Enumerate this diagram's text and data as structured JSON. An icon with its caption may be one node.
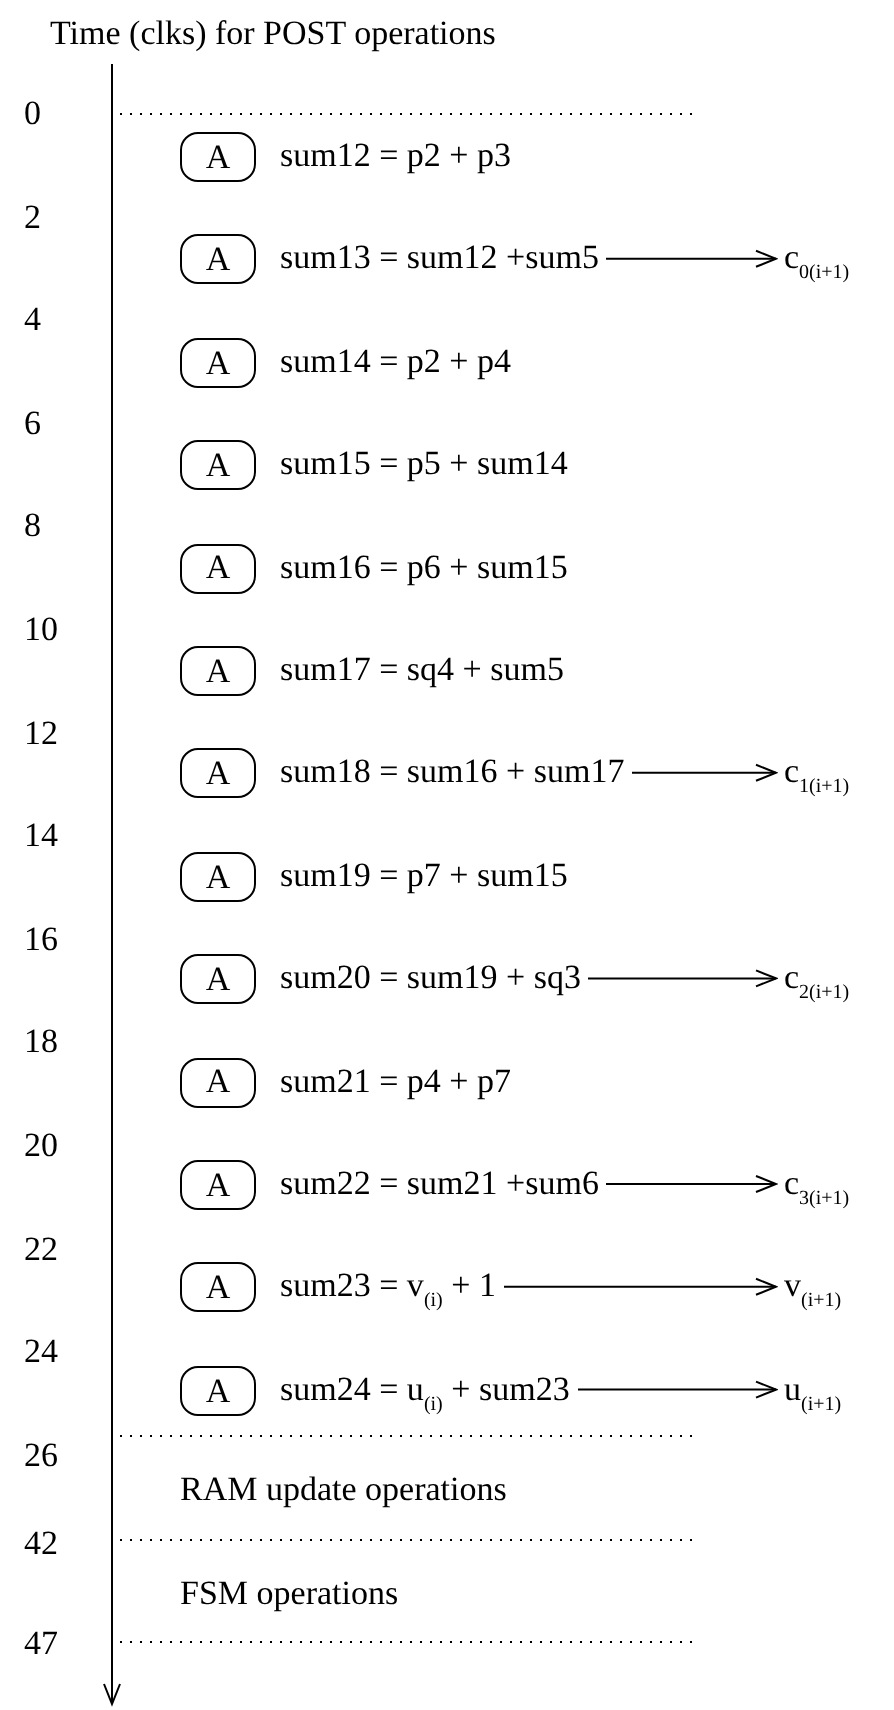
{
  "diagram": {
    "title": "Time (clks) for POST operations",
    "nodes": [
      {
        "text": [
          "A"
        ]
      },
      {
        "text": [
          "sum12 = p2 + p3"
        ]
      },
      {
        "text": [
          "A"
        ]
      },
      {
        "text": [
          "sum13 = sum12 +sum5"
        ]
      },
      {
        "text": [
          "c$_{0(i+1)}$"
        ]
      },
      {
        "text": [
          "A"
        ]
      },
      {
        "text": [
          "sum14 = p2 + p4"
        ]
      },
      {
        "text": [
          "A"
        ]
      },
      {
        "text": [
          "sum15 = p5 + sum14"
        ]
      },
      {
        "text": [
          "A"
        ]
      },
      {
        "text": [
          "sum16 = p6 + sum15"
        ]
      },
      {
        "text": [
          "A"
        ]
      },
      {
        "text": [
          "sum17 = sq4 + sum5"
        ]
      },
      {
        "text": [
          "A"
        ]
      },
      {
        "text": [
          "sum18 = sum16 + sum17"
        ]
      },
      {
        "text": [
          "c$_{1(i+1)}$"
        ]
      },
      {
        "text": [
          "A"
        ]
      },
      {
        "text": [
          "sum19 = p7 + sum15"
        ]
      },
      {
        "text": [
          "A"
        ]
      },
      {
        "text": [
          "sum20 = sum19 + sq3"
        ]
      },
      {
        "text": [
          "c$_{2(i+1)}$"
        ]
      },
      {
        "text": [
          "A"
        ]
      },
      {
        "text": [
          "sum21 = p4 + p7"
        ]
      },
      {
        "text": [
          "A"
        ]
      },
      {
        "text": [
          "sum22 = sum21 +sum6"
        ]
      },
      {
        "text": [
          "c$_{3(i+1)}$"
        ]
      },
      {
        "text": [
          "A"
        ]
      },
      {
        "text": [
          "sum23 = v$_{(i)}$ + 1"
        ]
      },
      {
        "text": [
          "v$_{(i+1)}$"
        ]
      },
      {
        "text": [
          "A"
        ]
      },
      {
        "text": [
          "sum24 = u$_{(i)}$ + sum23"
        ]
      },
      {
        "text": [
          "u$_{(i+1)}$"
        ]
      }
    ],
    "edges": [
      {
        "from": 3,
        "to": 4,
        "arrow": "to"
      },
      {
        "from": 14,
        "to": 15,
        "arrow": "to"
      },
      {
        "from": 19,
        "to": 20,
        "arrow": "to"
      },
      {
        "from": 24,
        "to": 25,
        "arrow": "to"
      },
      {
        "from": 27,
        "to": 28,
        "arrow": "to"
      },
      {
        "from": 30,
        "to": 31,
        "arrow": "to"
      }
    ],
    "labels": [
      "0",
      "2",
      "4",
      "6",
      "8",
      "10",
      "12",
      "14",
      "16",
      "18",
      "20",
      "22",
      "24",
      "26",
      "RAM update operations",
      "42",
      "FSM operations",
      "47"
    ]
  }
}
